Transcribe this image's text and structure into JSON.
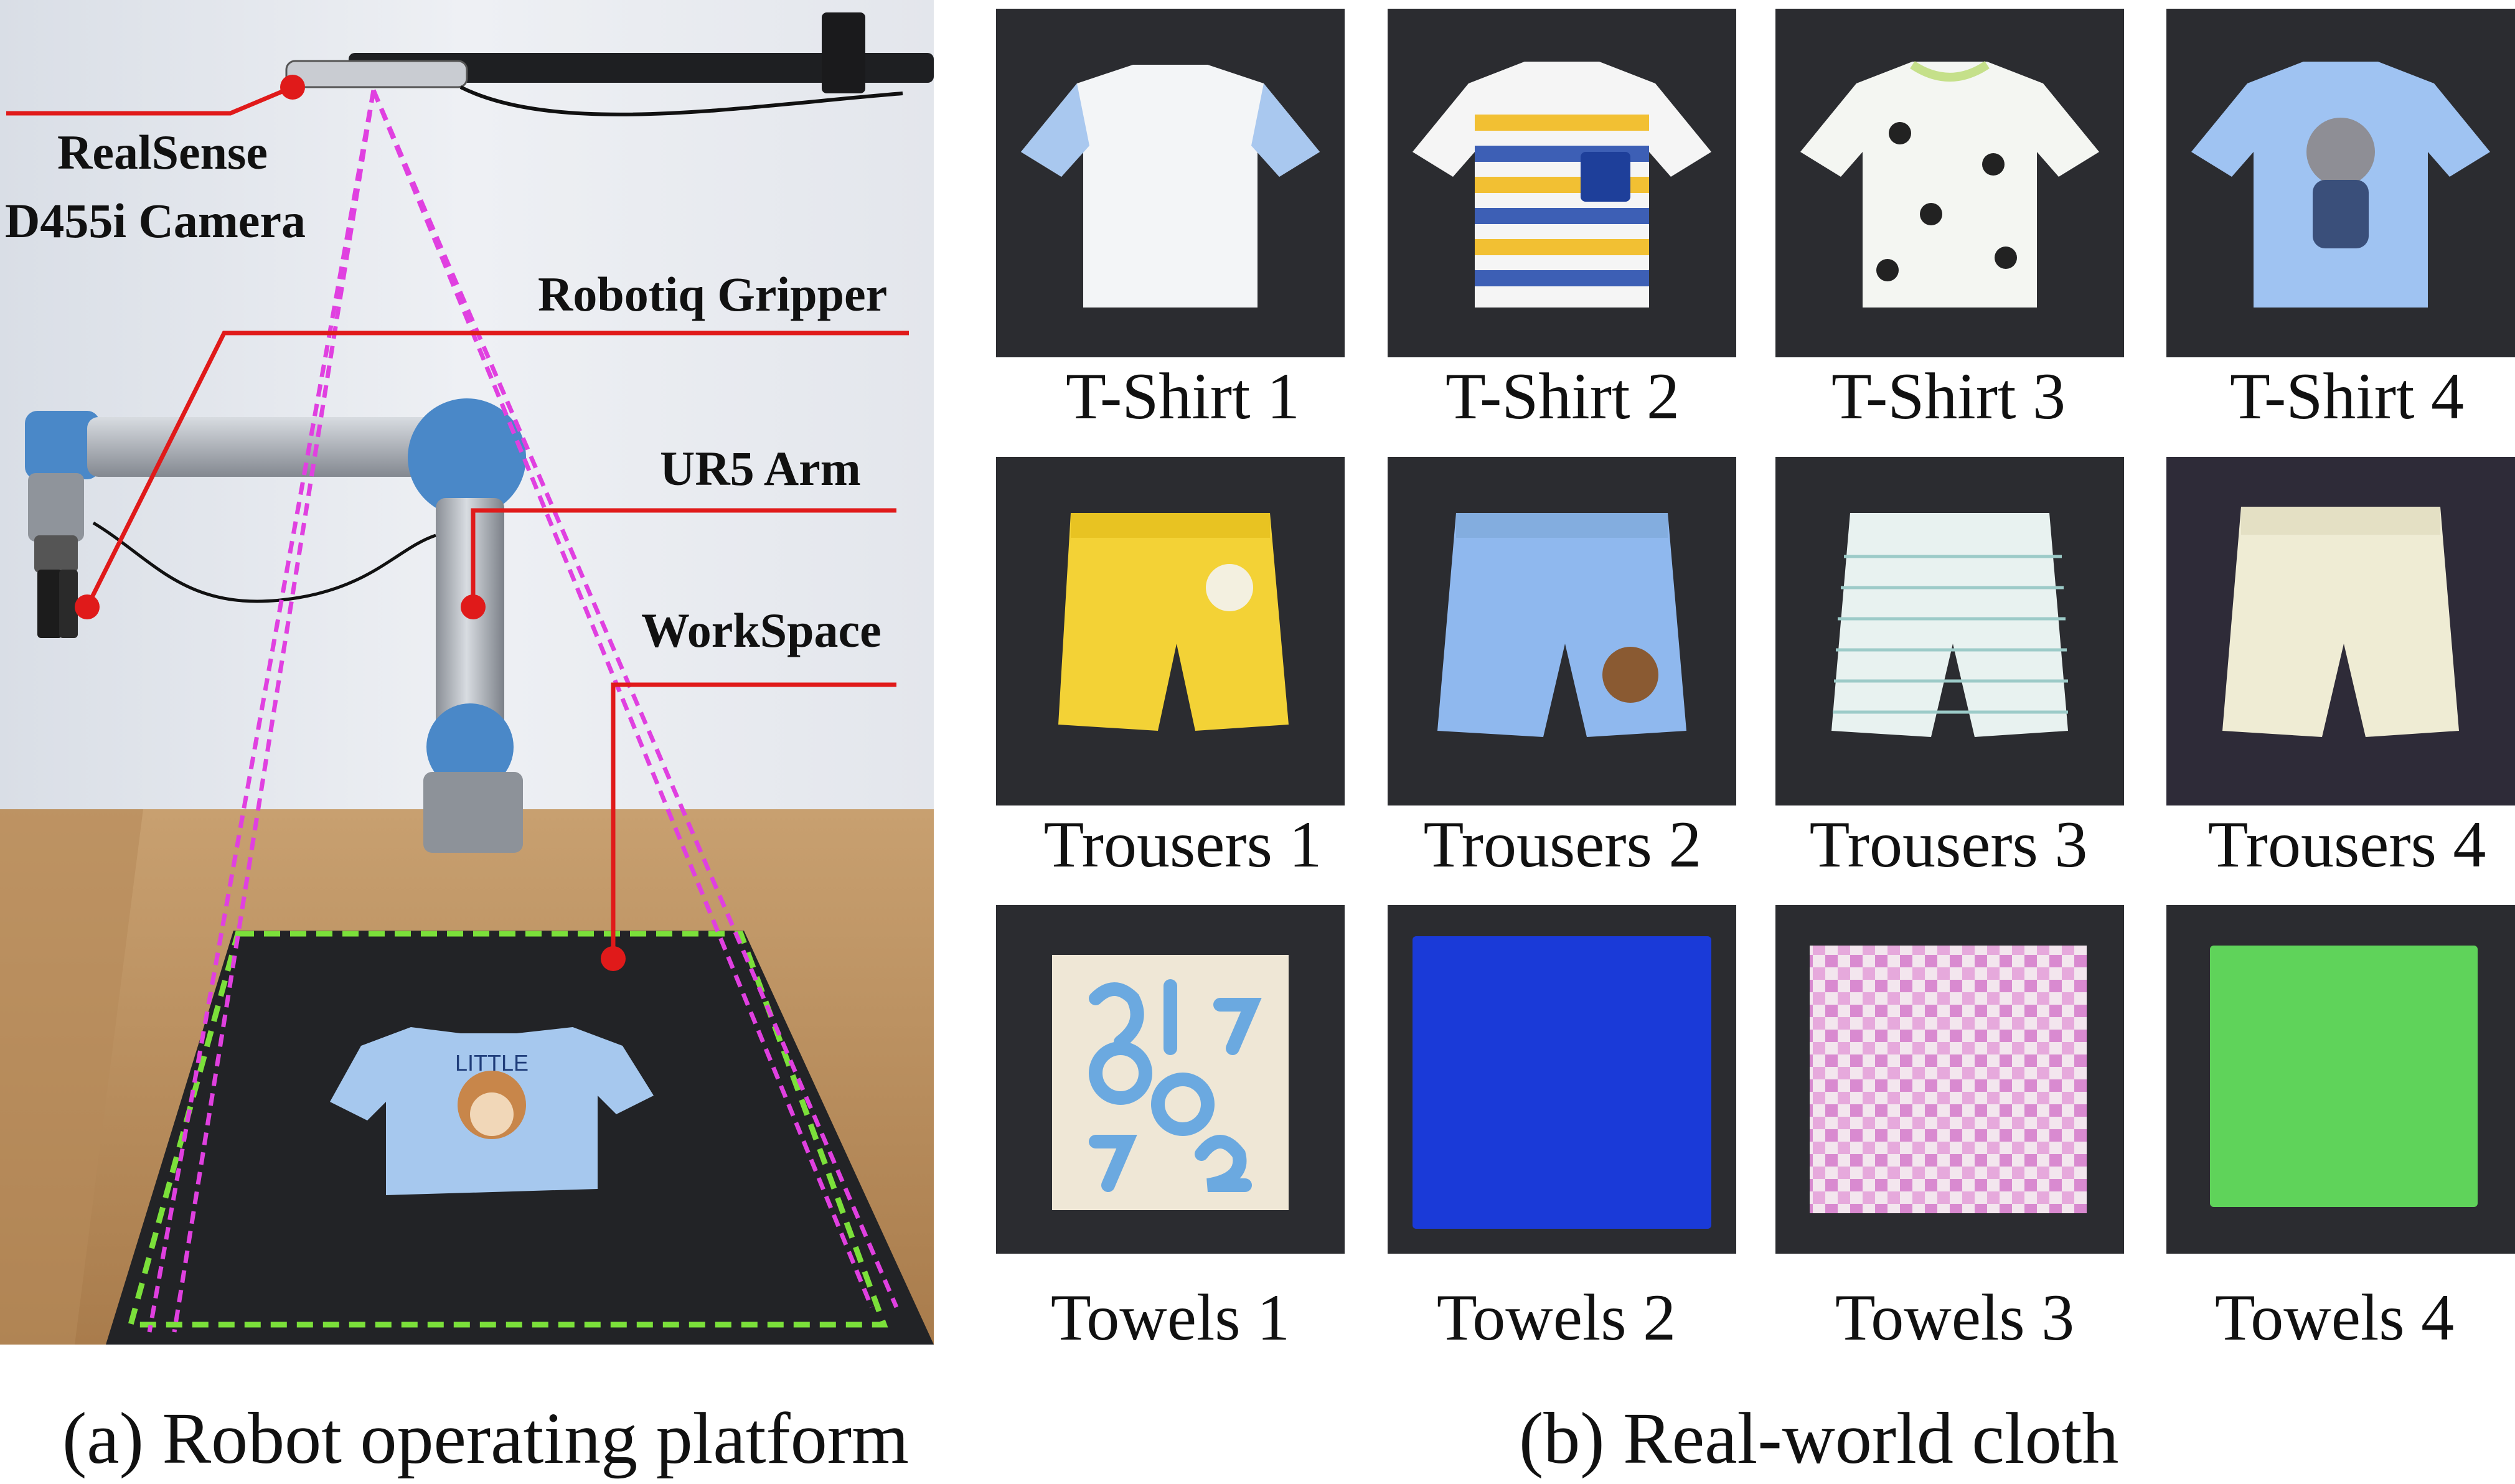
{
  "panel_a": {
    "caption": "(a) Robot operating platform",
    "annotations": [
      {
        "line1": "RealSense",
        "line2": "D455i Camera"
      },
      {
        "line1": "Robotiq Gripper"
      },
      {
        "line1": "UR5 Arm"
      },
      {
        "line1": "WorkSpace"
      }
    ],
    "colors": {
      "annotation_line": "#e01a1a",
      "camera_frustum": "#e040e0",
      "workspace_border": "#7be03a"
    }
  },
  "panel_b": {
    "caption": "(b) Real-world cloth",
    "rows": [
      {
        "items": [
          {
            "label": "T-Shirt 1"
          },
          {
            "label": "T-Shirt 2"
          },
          {
            "label": "T-Shirt 3"
          },
          {
            "label": "T-Shirt 4"
          }
        ]
      },
      {
        "items": [
          {
            "label": "Trousers 1"
          },
          {
            "label": "Trousers 2"
          },
          {
            "label": "Trousers 3"
          },
          {
            "label": "Trousers 4"
          }
        ]
      },
      {
        "items": [
          {
            "label": "Towels 1"
          },
          {
            "label": "Towels 2"
          },
          {
            "label": "Towels 3"
          },
          {
            "label": "Towels 4"
          }
        ]
      }
    ]
  }
}
